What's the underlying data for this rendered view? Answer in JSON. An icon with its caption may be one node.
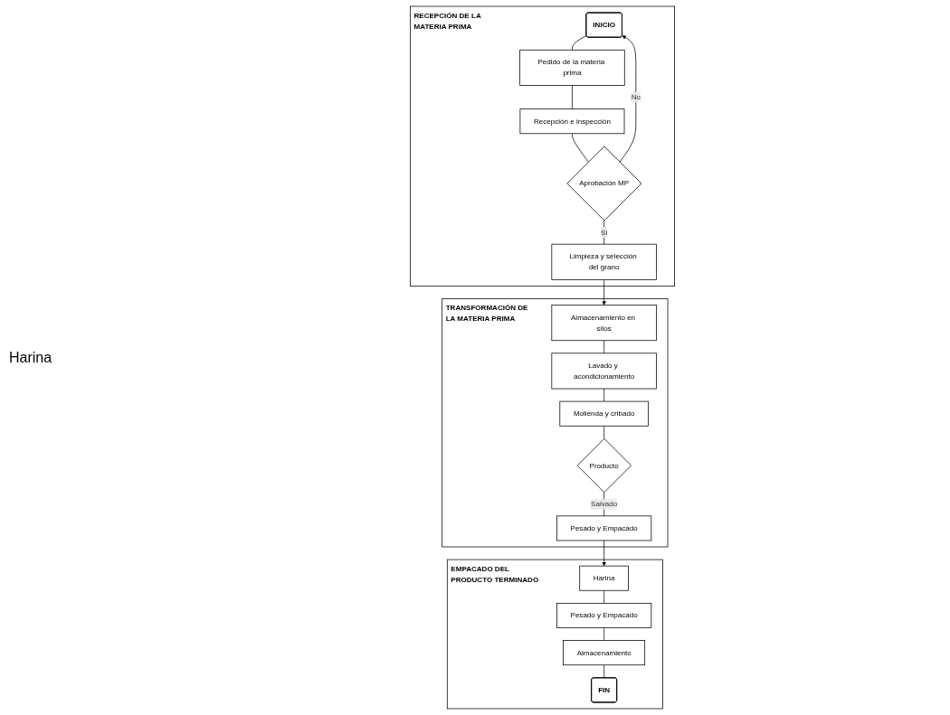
{
  "diagram": {
    "nodes": [
      {
        "text": [
          "RECEPCIÓN DE LA MATERIA PRIMA"
        ]
      },
      {
        "text": [
          "INICIO"
        ],
        "in": 0
      },
      {
        "text": [
          "Pedido de la materia prima"
        ],
        "in": 0
      },
      {
        "text": [
          "Recepción e inspección"
        ],
        "in": 0
      },
      {
        "text": [
          "Aprobación MP"
        ],
        "in": 0
      },
      {
        "text": [
          "Limpieza y selección del grano"
        ],
        "in": 0
      },
      {
        "text": [
          "TRANSFORMACIÓN DE LA MATERIA PRIMA"
        ]
      },
      {
        "text": [
          "Almacenamiento en silos"
        ],
        "in": 6
      },
      {
        "text": [
          "Lavado y acondicionamiento"
        ],
        "in": 6
      },
      {
        "text": [
          "Molienda y cribado"
        ],
        "in": 6
      },
      {
        "text": [
          "Producto"
        ],
        "in": 6
      },
      {
        "text": [
          "Pesado y Empacado"
        ],
        "in": 6
      },
      {
        "text": [
          "EMPACADO DEL PRODUCTO TERMINADO"
        ]
      },
      {
        "text": [
          "Harina"
        ],
        "in": 12
      },
      {
        "text": [
          "Pesado y Empacado"
        ],
        "in": 12
      },
      {
        "text": [
          "Almacenamiento"
        ],
        "in": 12
      },
      {
        "text": [
          "FIN"
        ],
        "in": 12
      }
    ],
    "edges": [
      {
        "from": 1,
        "to": 2,
        "arrow": "none"
      },
      {
        "from": 2,
        "to": 3,
        "arrow": "none"
      },
      {
        "from": 3,
        "to": 4,
        "arrow": "none"
      },
      {
        "from": 4,
        "to": 1,
        "arrow": "to",
        "label": "No"
      },
      {
        "from": 4,
        "to": 5,
        "arrow": "none",
        "label": "Si"
      },
      {
        "from": 5,
        "to": 7,
        "arrow": "to"
      },
      {
        "from": 7,
        "to": 8,
        "arrow": "none"
      },
      {
        "from": 8,
        "to": 9,
        "arrow": "none"
      },
      {
        "from": 9,
        "to": 10,
        "arrow": "none"
      },
      {
        "from": 10,
        "to": 11,
        "arrow": "none",
        "label": "Salvado"
      },
      {
        "from": 11,
        "to": 13,
        "arrow": "to"
      },
      {
        "from": 13,
        "to": 14,
        "arrow": "none"
      },
      {
        "from": 14,
        "to": 15,
        "arrow": "none"
      },
      {
        "from": 15,
        "to": 16,
        "arrow": "none"
      }
    ],
    "labels": [
      "Harina"
    ]
  }
}
